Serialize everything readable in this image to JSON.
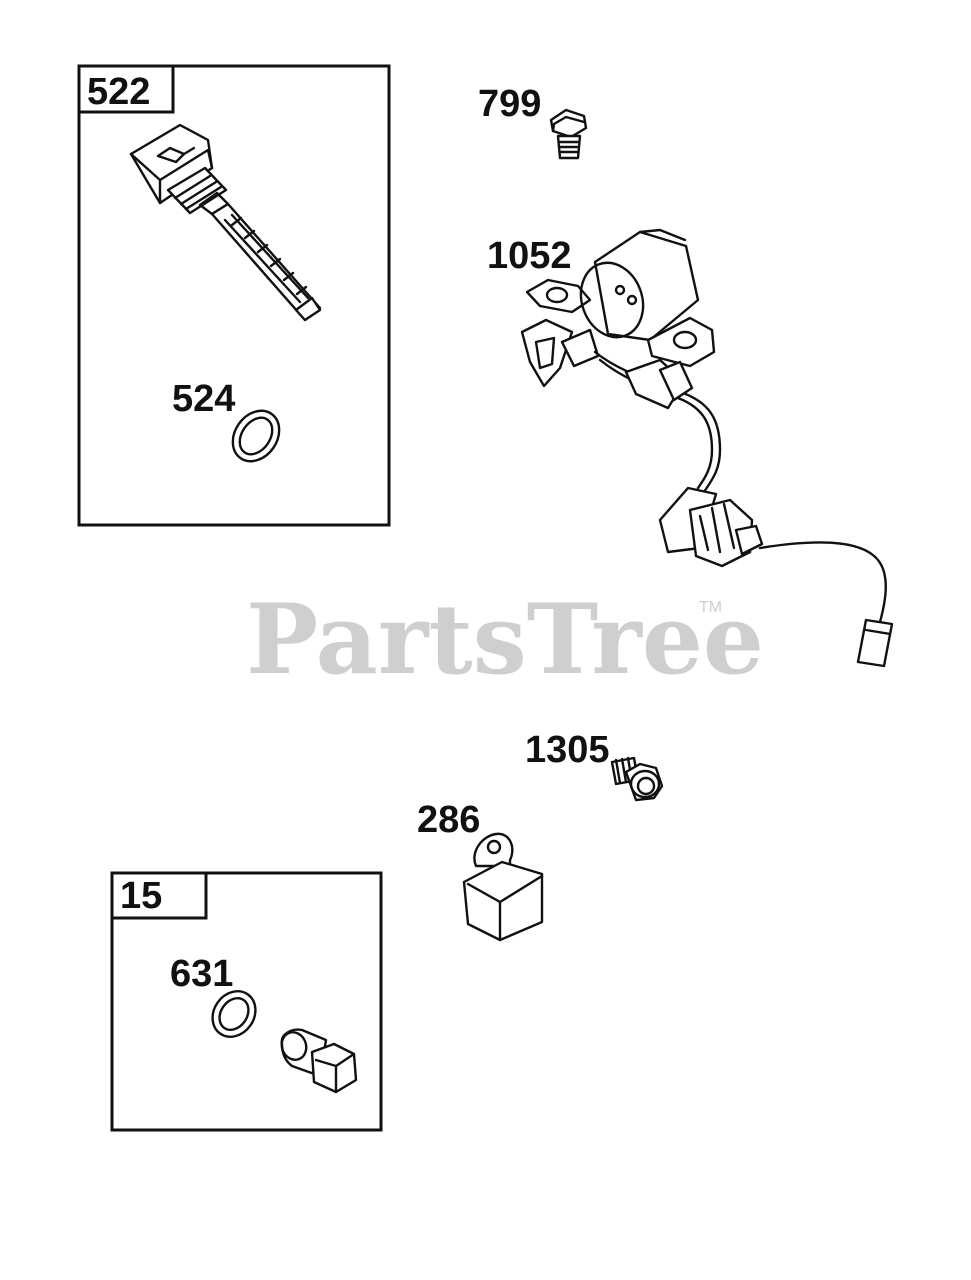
{
  "watermark": {
    "text": "PartsTree",
    "trademark": "TM"
  },
  "groups": [
    {
      "label": "522"
    },
    {
      "label": "15"
    }
  ],
  "callouts": {
    "p522": "522",
    "p524": "524",
    "p799": "799",
    "p1052": "1052",
    "p1305": "1305",
    "p286": "286",
    "p15": "15",
    "p631": "631"
  }
}
